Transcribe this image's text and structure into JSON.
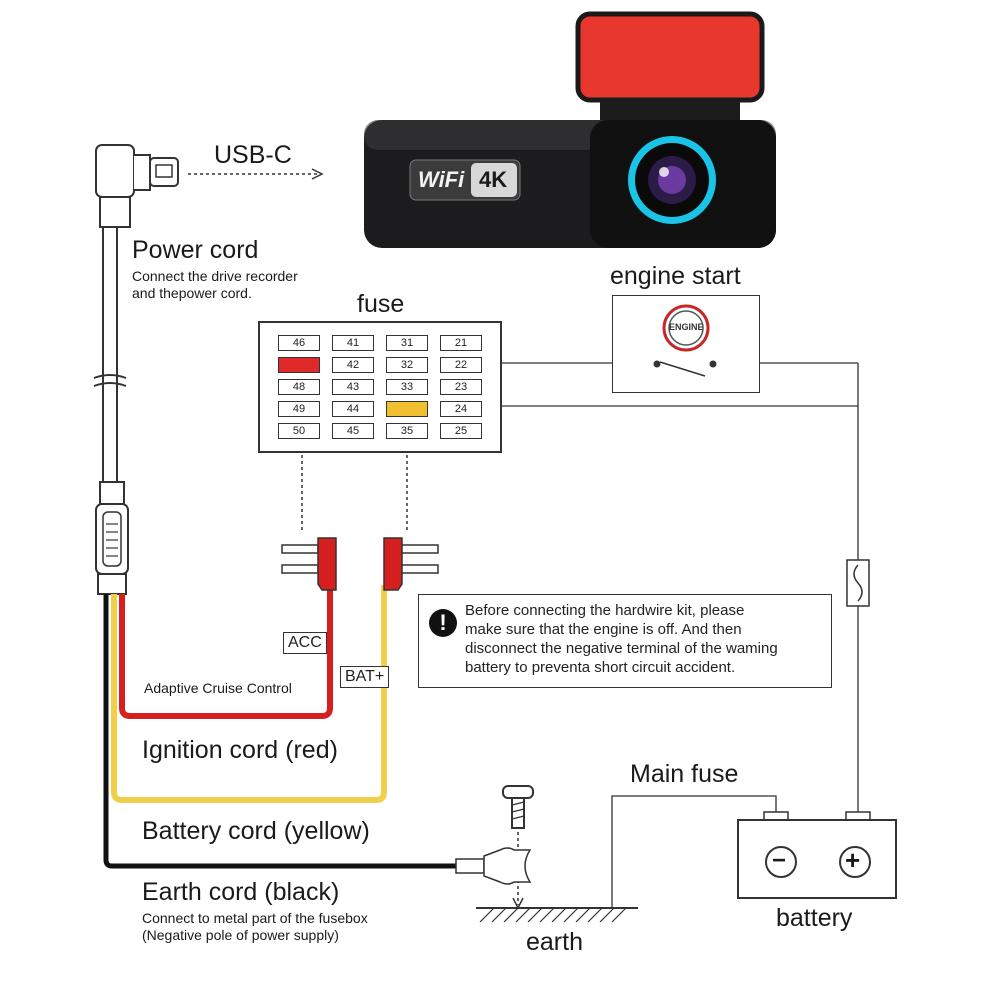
{
  "usb_c": "USB-C",
  "power_cord": {
    "title": "Power cord",
    "note_line1": "Connect the drive recorder",
    "note_line2": "and thepower cord."
  },
  "camera": {
    "wifi": "WiFi",
    "resolution": "4K",
    "mount_color": "#e8382e",
    "ring_color": "#19c4e6"
  },
  "engine_start": {
    "title": "engine start",
    "badge": "ENGINE"
  },
  "fuse_panel": {
    "title": "fuse",
    "rows": [
      [
        "46",
        "41",
        "31",
        "21"
      ],
      [
        "",
        "42",
        "32",
        "22"
      ],
      [
        "48",
        "43",
        "33",
        "23"
      ],
      [
        "49",
        "44",
        "",
        "24"
      ],
      [
        "50",
        "45",
        "35",
        "25"
      ]
    ],
    "highlight_red": "#e02a2a",
    "highlight_yellow": "#f0c030"
  },
  "tags": {
    "acc": "ACC",
    "bat": "BAT+"
  },
  "warning": {
    "icon": "!",
    "text": "Before connecting the hardwire kit, please\nmake sure that the engine is off. And then\ndisconnect the negative terminal of the waming\nbattery to preventa short circuit accident."
  },
  "labels": {
    "adaptive": "Adaptive Cruise Control",
    "ignition": "Ignition cord (red)",
    "battery_cord": "Battery cord (yellow)",
    "earth_cord": "Earth cord (black)",
    "earth_note1": "Connect to metal part of the fusebox",
    "earth_note2": "(Negative pole of power supply)",
    "main_fuse": "Main fuse",
    "battery": "battery",
    "earth": "earth"
  },
  "battery_symbols": {
    "minus": "−",
    "plus": "+"
  },
  "wire_colors": {
    "red": "#d62020",
    "yellow": "#f2cf4a",
    "black": "#111111"
  }
}
